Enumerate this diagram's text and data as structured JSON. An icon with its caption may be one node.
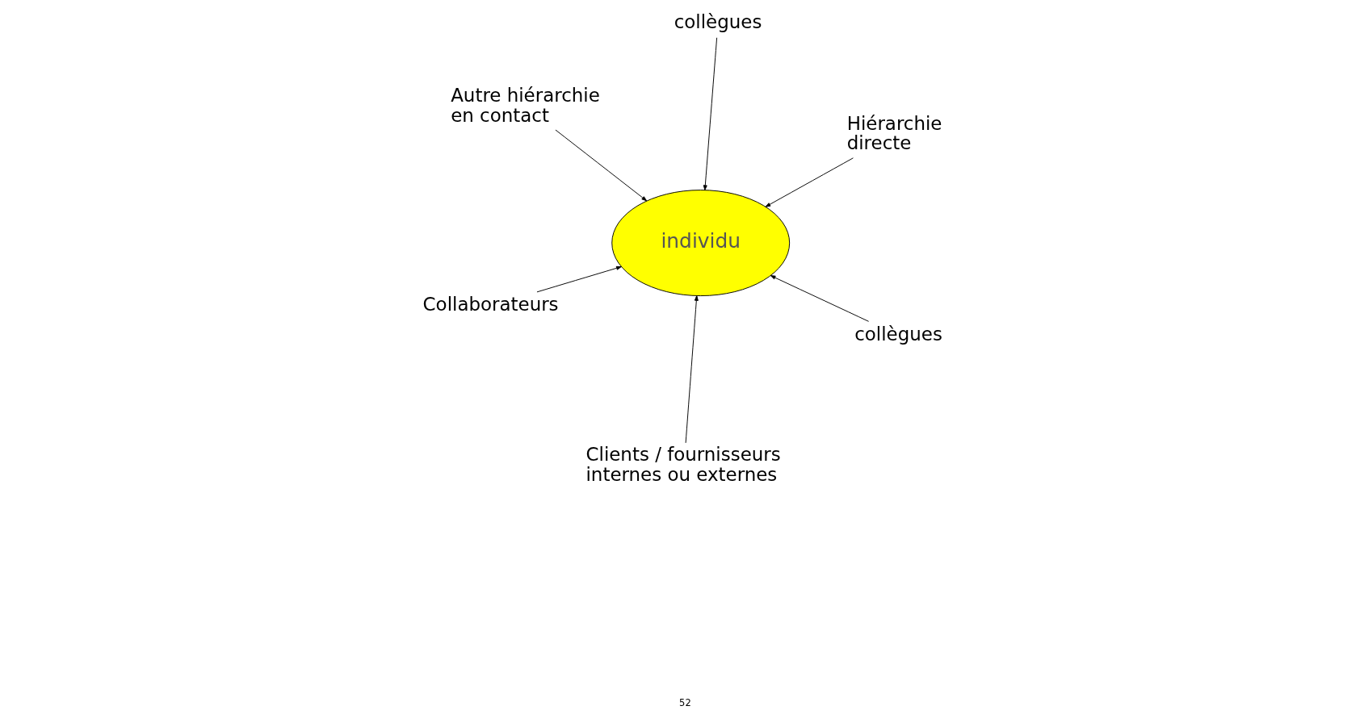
{
  "diagram": {
    "nodes": [
      {
        "text": [
          "Autre hiérarchie en contact"
        ]
      },
      {
        "text": [
          "Hiérarchie directe"
        ]
      },
      {
        "text": [
          "collègues"
        ]
      },
      {
        "text": [
          "individu"
        ]
      },
      {
        "text": [
          "collègues"
        ]
      },
      {
        "text": [
          "Collaborateurs"
        ]
      },
      {
        "text": [
          "Clients / fournisseurs internes ou externes"
        ]
      }
    ],
    "edges": [
      {
        "from": 0,
        "to": 3,
        "arrow": "to"
      },
      {
        "from": 1,
        "to": 3,
        "arrow": "to"
      },
      {
        "from": 2,
        "to": 3,
        "arrow": "to"
      },
      {
        "from": 4,
        "to": 3,
        "arrow": "to"
      },
      {
        "from": 5,
        "to": 3,
        "arrow": "to"
      },
      {
        "from": 6,
        "to": 3,
        "arrow": "to"
      }
    ],
    "labels": [
      "52"
    ]
  }
}
